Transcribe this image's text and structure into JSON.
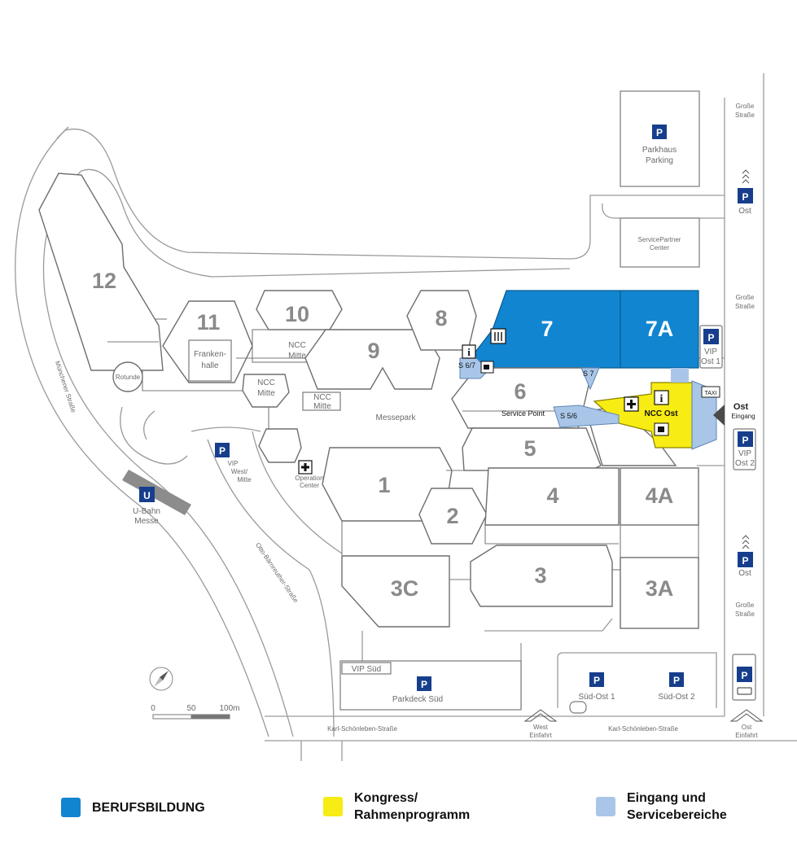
{
  "colors": {
    "berufsbildung": "#1185d0",
    "kongress": "#f7ec14",
    "service": "#a9c6e8"
  },
  "halls": {
    "h12": "12",
    "h11": "11",
    "h10": "10",
    "h9": "9",
    "h8": "8",
    "h7": "7",
    "h7a": "7A",
    "h6": "6",
    "h5": "5",
    "h4": "4",
    "h4a": "4A",
    "h3": "3",
    "h3a": "3A",
    "h3c": "3C",
    "h2": "2",
    "h1": "1"
  },
  "buildings": {
    "frankenhalle": [
      "Franken-",
      "halle"
    ],
    "rotunde": "Rotunde",
    "ncc_mitte": [
      "NCC",
      "Mitte"
    ],
    "ncc_ost": "NCC Ost",
    "messepark": "Messepark",
    "operation_center": [
      "Operation",
      "Center"
    ],
    "parkhaus": [
      "Parkhaus",
      "Parking"
    ],
    "servicepartner": [
      "ServicePartner",
      "Center"
    ],
    "service_point": "Service Point",
    "s67": "S 6/7",
    "s7": "S 7",
    "s56": "S 5/6",
    "taxi": "TAXI"
  },
  "entrances": {
    "ost": "Ost",
    "ost_eingang": "Eingang",
    "west_einfahrt": [
      "West",
      "Einfahrt"
    ],
    "ost_einfahrt": [
      "Ost",
      "Einfahrt"
    ]
  },
  "streets": {
    "grosse_strasse": [
      "Große",
      "Straße"
    ],
    "muenchener": "Münchener Straße",
    "otto": "Otto-Bärnreuther-Straße",
    "karl": "Karl-Schönleben-Straße"
  },
  "parking": {
    "p_letter": "P",
    "u_letter": "U",
    "ubahn": [
      "U-Bahn",
      "Messe"
    ],
    "ost": "Ost",
    "vip_ost1": [
      "VIP",
      "Ost 1"
    ],
    "vip_ost2": [
      "VIP",
      "Ost 2"
    ],
    "vip_west_mitte": [
      "VIP",
      "West/",
      "Mitte"
    ],
    "vip_sued": "VIP Süd",
    "parkdeck_sued": "Parkdeck Süd",
    "sued_ost1": "Süd-Ost 1",
    "sued_ost2": "Süd-Ost 2"
  },
  "scale": {
    "s0": "0",
    "s50": "50",
    "s100": "100m"
  },
  "legend": {
    "berufsbildung": "BERUFSBILDUNG",
    "kongress": "Kongress/\nRahmenprogramm",
    "service": "Eingang und\nServicebereiche"
  }
}
